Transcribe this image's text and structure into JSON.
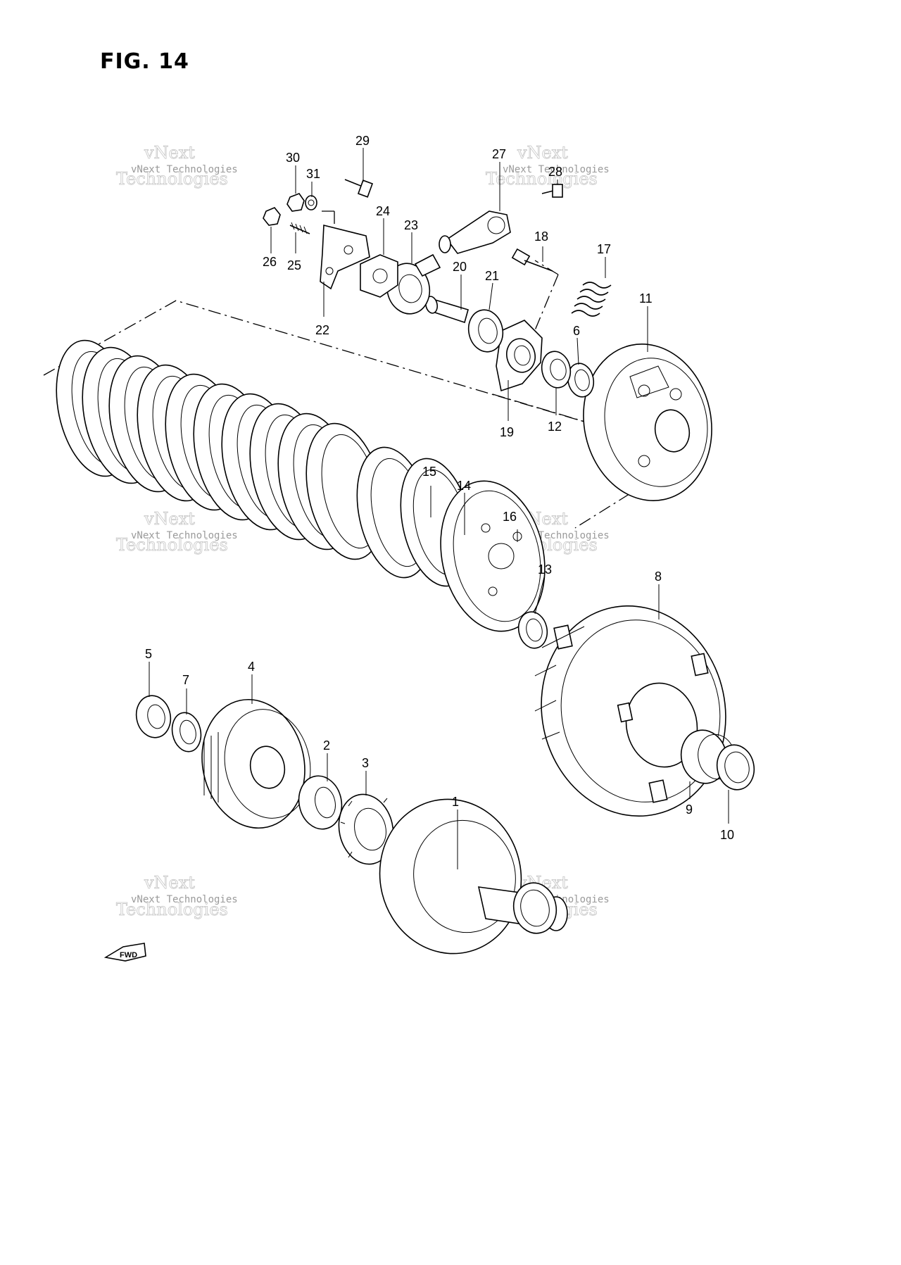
{
  "figure": {
    "title": "FIG. 14"
  },
  "watermark": {
    "line1": "vNext Technologies",
    "line2": "vNext",
    "line3": "Technologies"
  },
  "fwd_label": "FWD",
  "callouts": [
    {
      "id": "1",
      "label": "1"
    },
    {
      "id": "2",
      "label": "2"
    },
    {
      "id": "3",
      "label": "3"
    },
    {
      "id": "4",
      "label": "4"
    },
    {
      "id": "5",
      "label": "5"
    },
    {
      "id": "6",
      "label": "6"
    },
    {
      "id": "7",
      "label": "7"
    },
    {
      "id": "8",
      "label": "8"
    },
    {
      "id": "9",
      "label": "9"
    },
    {
      "id": "10",
      "label": "10"
    },
    {
      "id": "11",
      "label": "11"
    },
    {
      "id": "12",
      "label": "12"
    },
    {
      "id": "13",
      "label": "13"
    },
    {
      "id": "14",
      "label": "14"
    },
    {
      "id": "15",
      "label": "15"
    },
    {
      "id": "16",
      "label": "16"
    },
    {
      "id": "17",
      "label": "17"
    },
    {
      "id": "18",
      "label": "18"
    },
    {
      "id": "19",
      "label": "19"
    },
    {
      "id": "20",
      "label": "20"
    },
    {
      "id": "21",
      "label": "21"
    },
    {
      "id": "22",
      "label": "22"
    },
    {
      "id": "23",
      "label": "23"
    },
    {
      "id": "24",
      "label": "24"
    },
    {
      "id": "25",
      "label": "25"
    },
    {
      "id": "26",
      "label": "26"
    },
    {
      "id": "27",
      "label": "27"
    },
    {
      "id": "28",
      "label": "28"
    },
    {
      "id": "29",
      "label": "29"
    },
    {
      "id": "30",
      "label": "30"
    },
    {
      "id": "31",
      "label": "31"
    }
  ]
}
